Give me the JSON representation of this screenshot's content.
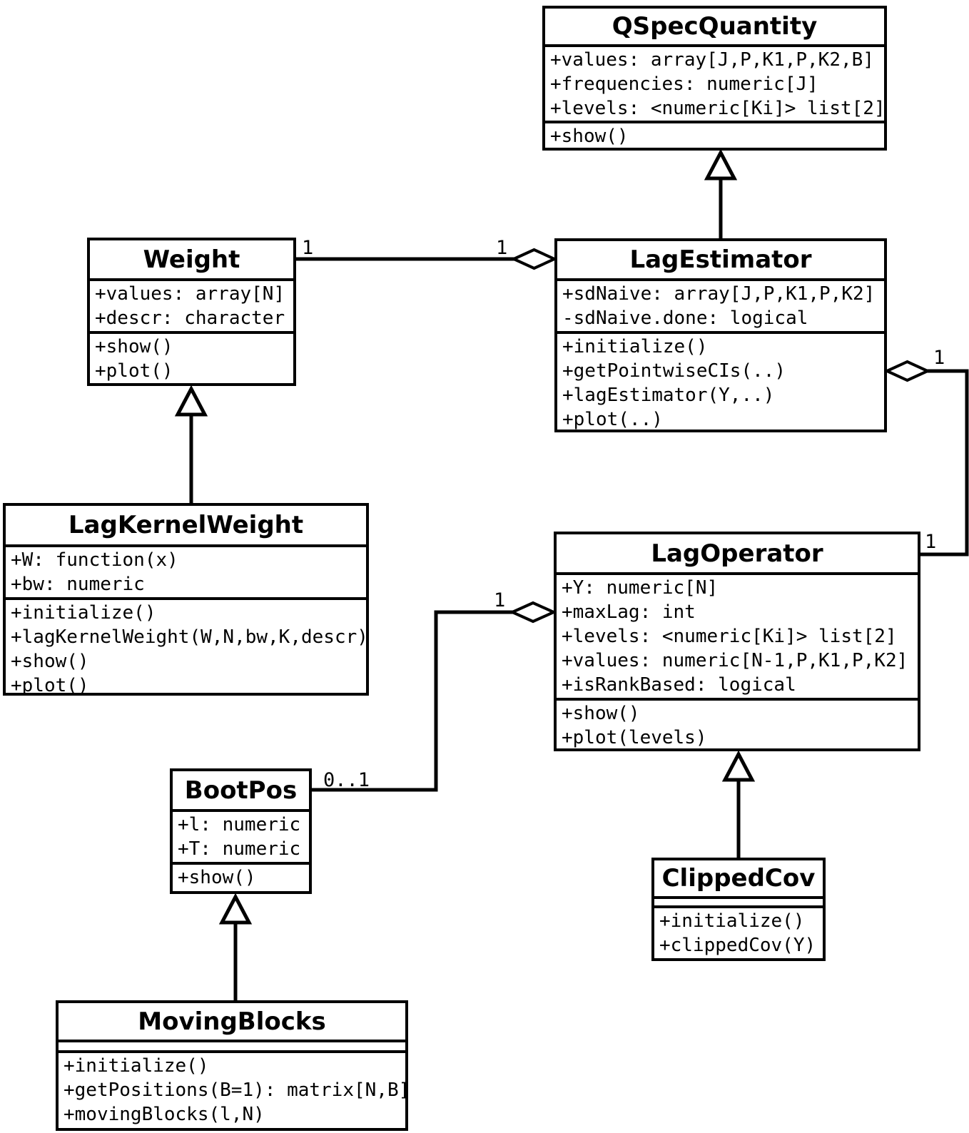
{
  "classes": {
    "qspecquantity": {
      "name": "QSpecQuantity",
      "attributes": [
        "+values: array[J,P,K1,P,K2,B]",
        "+frequencies: numeric[J]",
        "+levels: <numeric[Ki]> list[2]"
      ],
      "methods": [
        "+show()"
      ]
    },
    "weight": {
      "name": "Weight",
      "attributes": [
        "+values: array[N]",
        "+descr: character"
      ],
      "methods": [
        "+show()",
        "+plot()"
      ]
    },
    "lagestimator": {
      "name": "LagEstimator",
      "attributes": [
        "+sdNaive: array[J,P,K1,P,K2]",
        "-sdNaive.done: logical"
      ],
      "methods": [
        "+initialize()",
        "+getPointwiseCIs(..)",
        "+lagEstimator(Y,..)",
        "+plot(..)"
      ]
    },
    "lagkernelweight": {
      "name": "LagKernelWeight",
      "attributes": [
        "+W: function(x)",
        "+bw: numeric"
      ],
      "methods": [
        "+initialize()",
        "+lagKernelWeight(W,N,bw,K,descr)",
        "+show()",
        "+plot()"
      ]
    },
    "lagoperator": {
      "name": "LagOperator",
      "attributes": [
        "+Y: numeric[N]",
        "+maxLag: int",
        "+levels: <numeric[Ki]> list[2]",
        "+values: numeric[N-1,P,K1,P,K2]",
        "+isRankBased: logical"
      ],
      "methods": [
        "+show()",
        "+plot(levels)"
      ]
    },
    "bootpos": {
      "name": "BootPos",
      "attributes": [
        "+l: numeric",
        "+T: numeric"
      ],
      "methods": [
        "+show()"
      ]
    },
    "clippedcov": {
      "name": "ClippedCov",
      "attributes": [],
      "methods": [
        "+initialize()",
        "+clippedCov(Y)"
      ]
    },
    "movingblocks": {
      "name": "MovingBlocks",
      "attributes": [],
      "methods": [
        "+initialize()",
        "+getPositions(B=1): matrix[N,B]",
        "+movingBlocks(l,N)"
      ]
    }
  },
  "relationships": [
    {
      "type": "generalization",
      "child": "LagEstimator",
      "parent": "QSpecQuantity"
    },
    {
      "type": "generalization",
      "child": "LagKernelWeight",
      "parent": "Weight"
    },
    {
      "type": "generalization",
      "child": "ClippedCov",
      "parent": "LagOperator"
    },
    {
      "type": "generalization",
      "child": "MovingBlocks",
      "parent": "BootPos"
    },
    {
      "type": "aggregation",
      "whole": "LagEstimator",
      "part": "Weight",
      "whole_mult": "1",
      "part_mult": "1"
    },
    {
      "type": "aggregation",
      "whole": "LagEstimator",
      "part": "LagOperator",
      "whole_mult": "1",
      "part_mult": "1"
    },
    {
      "type": "aggregation",
      "whole": "LagOperator",
      "part": "BootPos",
      "whole_mult": "1",
      "part_mult": "0..1"
    }
  ],
  "multiplicities": [
    {
      "relationship": "lagestimator-aggregates-weight",
      "end": "weight",
      "text": "1"
    },
    {
      "relationship": "lagestimator-aggregates-weight",
      "end": "lagestimator",
      "text": "1"
    },
    {
      "relationship": "lagestimator-aggregates-lagoperator",
      "end": "lagestimator",
      "text": "1"
    },
    {
      "relationship": "lagestimator-aggregates-lagoperator",
      "end": "lagoperator",
      "text": "1"
    },
    {
      "relationship": "lagoperator-aggregates-bootpos",
      "end": "bootpos",
      "text": "0..1"
    },
    {
      "relationship": "lagoperator-aggregates-bootpos",
      "end": "lagoperator",
      "text": "1"
    }
  ]
}
